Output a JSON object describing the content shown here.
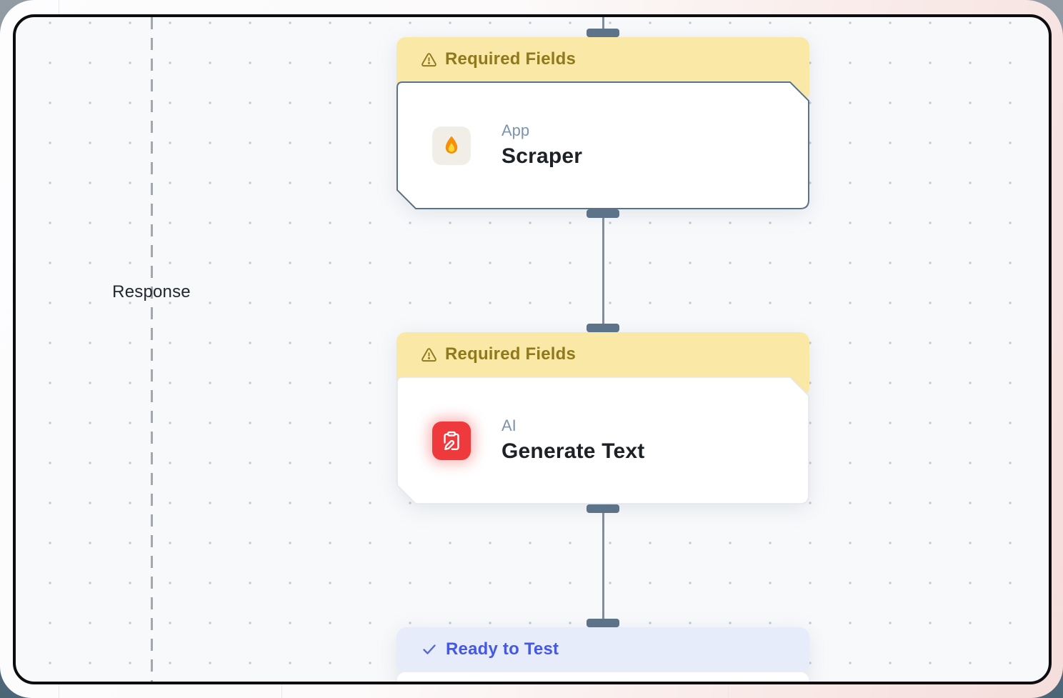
{
  "canvas": {
    "annotation": {
      "label": "Response"
    },
    "nodes": [
      {
        "status_label": "Required Fields",
        "status_icon": "warning-triangle-icon",
        "state": "warning",
        "category": "App",
        "title": "Scraper",
        "icon": "flame-icon",
        "selected": true
      },
      {
        "status_label": "Required Fields",
        "status_icon": "warning-triangle-icon",
        "state": "warning",
        "category": "AI",
        "title": "Generate Text",
        "icon": "clipboard-pen-icon",
        "selected": false
      },
      {
        "status_label": "Ready to Test",
        "status_icon": "check-icon",
        "state": "ready"
      }
    ]
  },
  "colors": {
    "canvas_background": "#f8f9fb",
    "canvas_border": "#0d0d0f",
    "dot_grid": "#c6c9d1",
    "warning_banner_bg": "#fae9a6",
    "warning_banner_text": "#8f791c",
    "ready_banner_bg": "#e7ecfb",
    "ready_banner_text": "#4458e2",
    "selected_node_border": "#5b7389",
    "unselected_node_border": "#e4e6eb",
    "connector": "#7e8fa2",
    "handle": "#5d7389",
    "category_text": "#7e94ad",
    "title_text": "#1d2126",
    "app_tile_bg": "#f1eee7",
    "ai_tile_bg": "#ee3a3c",
    "page_bg_left": "#fdfdfe",
    "page_bg_right": "#f5dedc"
  }
}
